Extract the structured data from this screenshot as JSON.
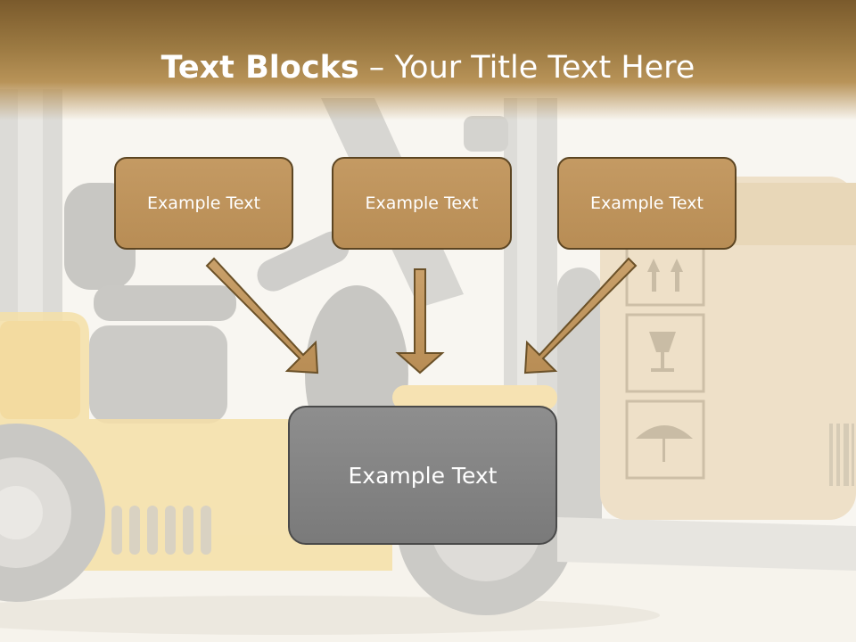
{
  "title": {
    "bold": "Text Blocks",
    "dash": " – ",
    "rest": "Your Title Text Here"
  },
  "blocks": [
    {
      "label": "Example Text"
    },
    {
      "label": "Example Text"
    },
    {
      "label": "Example Text"
    }
  ],
  "main_block": {
    "label": "Example Text"
  },
  "colors": {
    "header_brown": "#7a5a2c",
    "box_fill": "#c49a63",
    "box_border": "#5c4522",
    "main_fill": "#858585",
    "main_border": "#4a4a4a"
  }
}
